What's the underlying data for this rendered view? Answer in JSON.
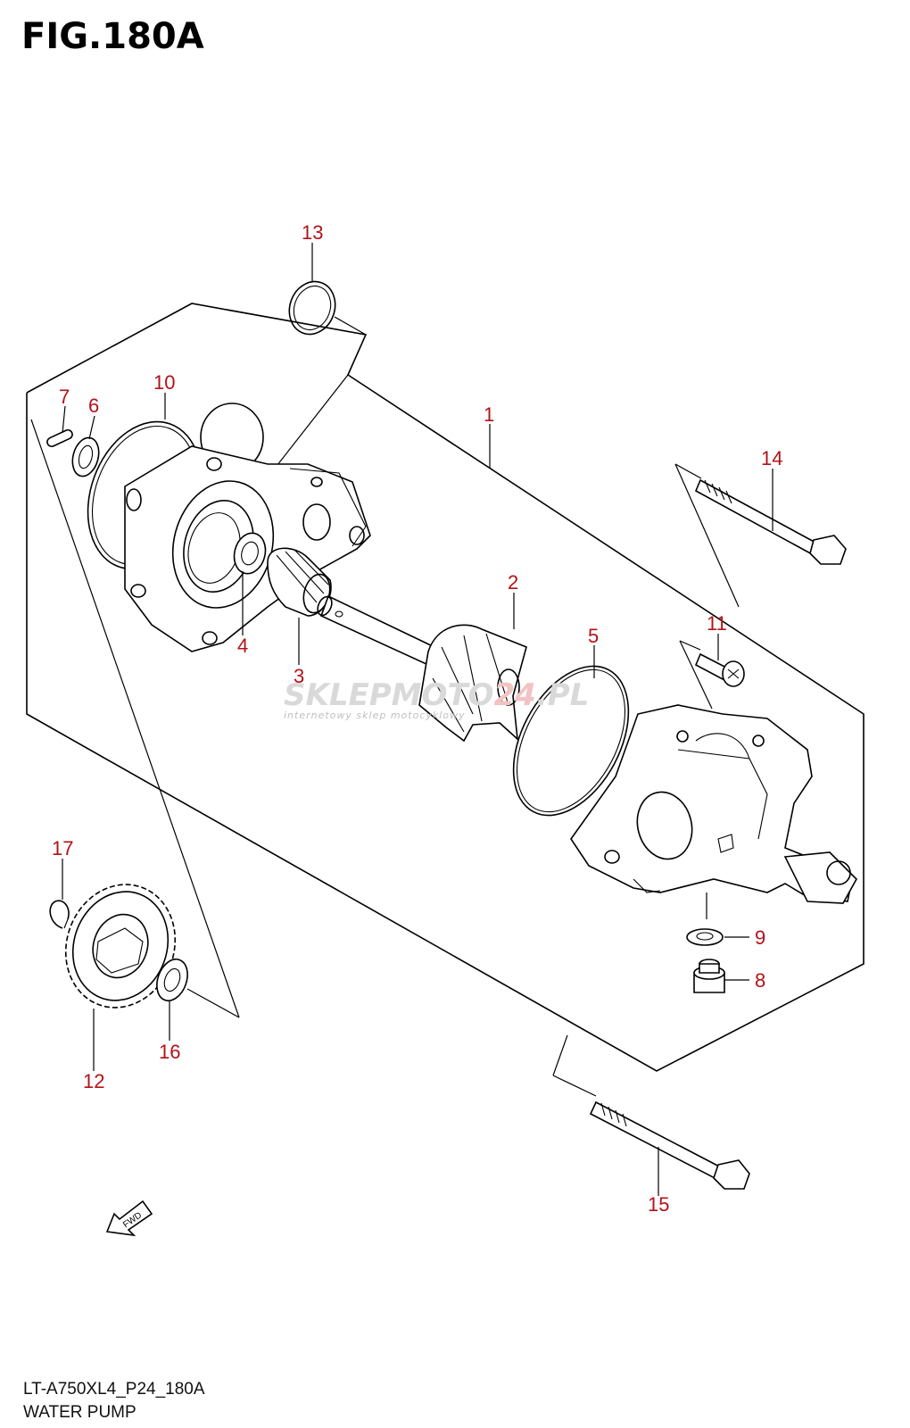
{
  "figure": {
    "title": "FIG.180A",
    "model_code": "LT-A750XL4_P24_180A",
    "description": "WATER PUMP"
  },
  "watermark": {
    "main": "SKLEPMOTO",
    "accent": "24",
    "suffix": ".PL",
    "sub": "internetowy sklep motocyklowy"
  },
  "fwd_label": "FWD",
  "callouts": {
    "c1": "1",
    "c2": "2",
    "c3": "3",
    "c4": "4",
    "c5": "5",
    "c6": "6",
    "c7": "7",
    "c8": "8",
    "c9": "9",
    "c10": "10",
    "c11": "11",
    "c12": "12",
    "c13": "13",
    "c14": "14",
    "c15": "15",
    "c16": "16",
    "c17": "17"
  },
  "colors": {
    "callout": "#b31217",
    "line": "#000000",
    "watermark": "#d9d9d9"
  }
}
